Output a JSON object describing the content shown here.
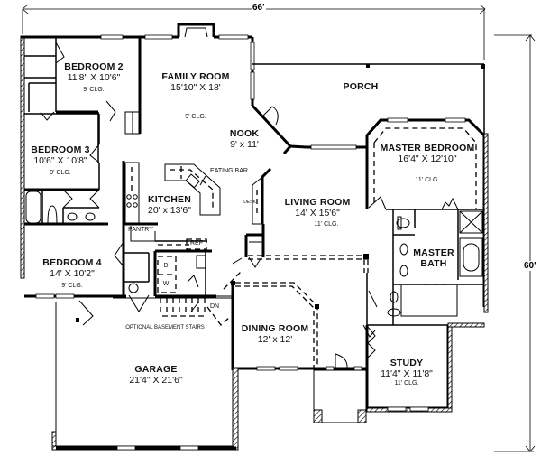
{
  "dimensions": {
    "width": "66'",
    "depth": "60'"
  },
  "rooms": [
    {
      "id": "bedroom2",
      "name": "BEDROOM 2",
      "size": "11'8\" X 10'6\"",
      "ceiling": "9' CLG."
    },
    {
      "id": "family",
      "name": "FAMILY ROOM",
      "size": "15'10\" X 18'",
      "ceiling": "9' CLG."
    },
    {
      "id": "porch",
      "name": "PORCH"
    },
    {
      "id": "nook",
      "name": "NOOK",
      "size": "9' x 11'"
    },
    {
      "id": "bedroom3",
      "name": "BEDROOM 3",
      "size": "10'6\" X 10'8\"",
      "ceiling": "9' CLG."
    },
    {
      "id": "kitchen",
      "name": "KITCHEN",
      "size": "20' x 13'6\""
    },
    {
      "id": "master_bedroom",
      "name": "MASTER BEDROOM",
      "size": "16'4\" X 12'10\"",
      "ceiling": "11' CLG."
    },
    {
      "id": "living",
      "name": "LIVING ROOM",
      "size": "14' X 15'6\"",
      "ceiling": "11' CLG."
    },
    {
      "id": "master_bath",
      "name": "MASTER",
      "name2": "BATH"
    },
    {
      "id": "bedroom4",
      "name": "BEDROOM 4",
      "size": "14' X 10'2\"",
      "ceiling": "9' CLG."
    },
    {
      "id": "dining",
      "name": "DINING ROOM",
      "size": "12' x 12'"
    },
    {
      "id": "study",
      "name": "STUDY",
      "size": "11'4\" X 11'8\"",
      "ceiling": "11' CLG."
    },
    {
      "id": "garage",
      "name": "GARAGE",
      "size": "21'4\" X 21'6\""
    }
  ],
  "annotations": {
    "eating_bar": "EATING BAR",
    "pantry": "PANTRY",
    "ref": "REF",
    "desk": "DESK",
    "dryer": "D",
    "washer": "W",
    "down": "DN",
    "basement_stairs": "OPTIONAL BASEMENT STAIRS"
  },
  "colors": {
    "line": "#000000",
    "background": "#ffffff"
  }
}
